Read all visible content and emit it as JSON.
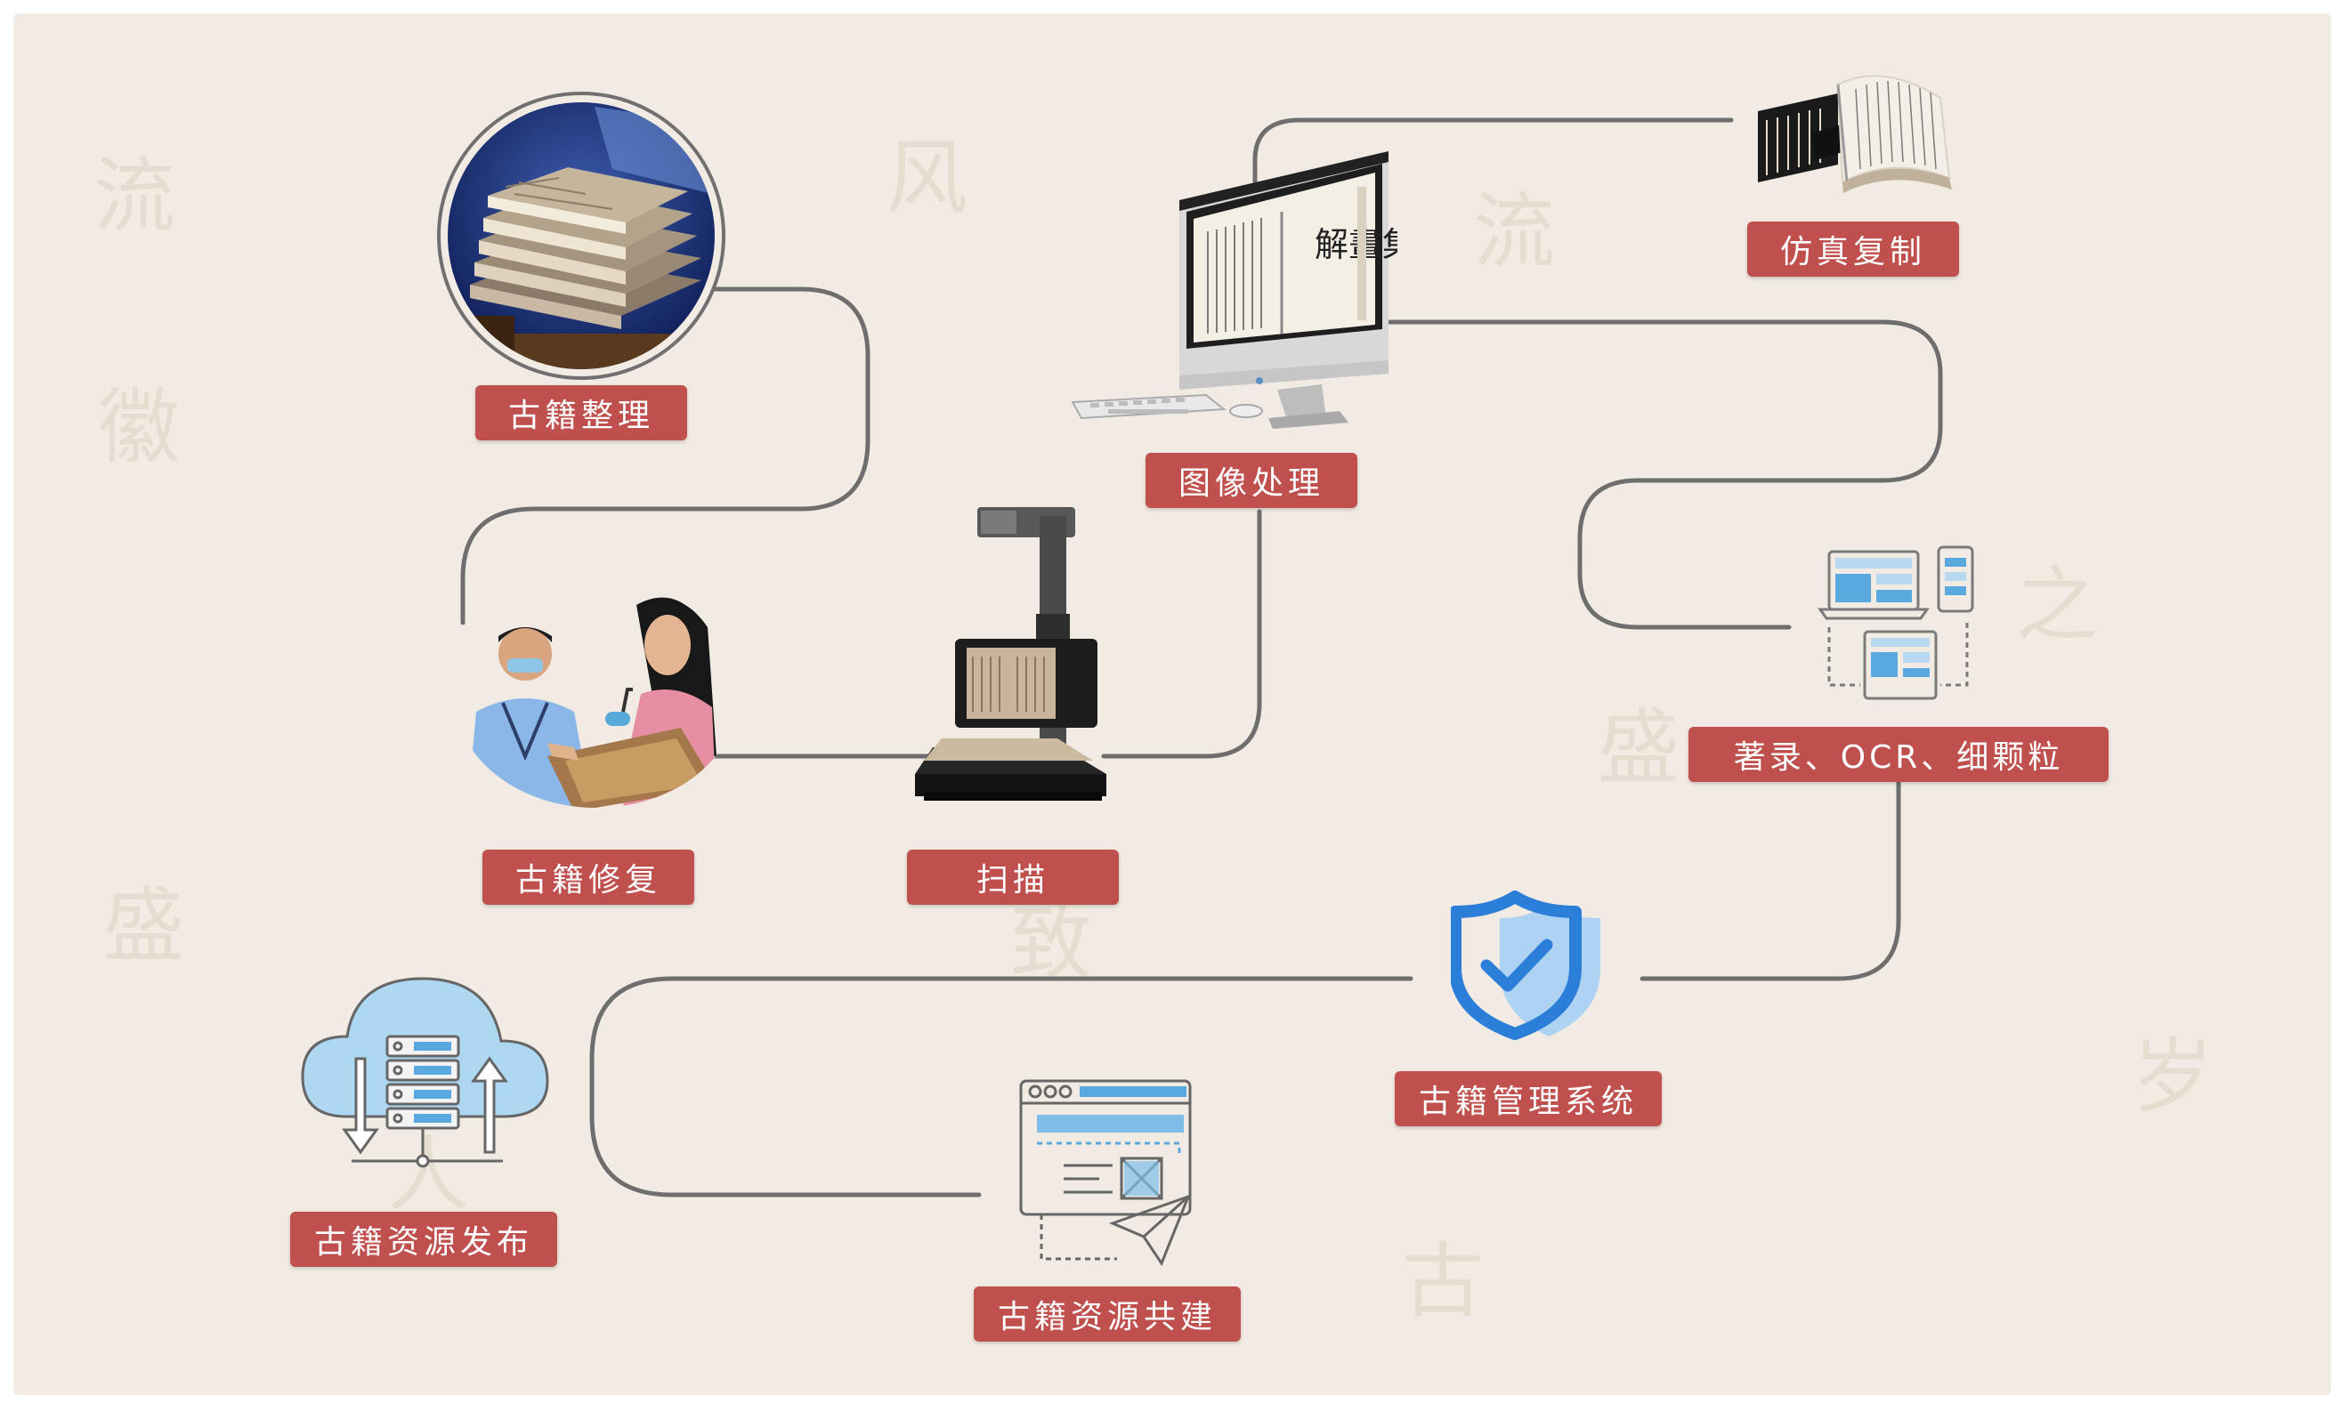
{
  "nodes": {
    "ancient_book_sorting": {
      "label": "古籍整理"
    },
    "ancient_book_restoration": {
      "label": "古籍修复"
    },
    "scanning": {
      "label": "扫描"
    },
    "image_processing": {
      "label": "图像处理"
    },
    "facsimile_reproduction": {
      "label": "仿真复制"
    },
    "cataloging_ocr": {
      "label": "著录、OCR、细颗粒"
    },
    "management_system": {
      "label": "古籍管理系统"
    },
    "resource_coconstruction": {
      "label": "古籍资源共建"
    },
    "resource_publishing": {
      "label": "古籍资源发布"
    }
  },
  "monitor_book_title": "解畫集",
  "colors": {
    "label_bg": "#c0504d",
    "connector": "#6e6e6e",
    "icon_blue": "#5aa8e0",
    "shield_blue": "#2b7fd8",
    "panel_bg": "#f1ebe3"
  },
  "icons": [
    "book-stack-photo",
    "restoration-photo",
    "scanner",
    "monitor",
    "book-reproduction",
    "devices-icon",
    "shield-check-icon",
    "webpage-send-icon",
    "cloud-server-icon"
  ]
}
